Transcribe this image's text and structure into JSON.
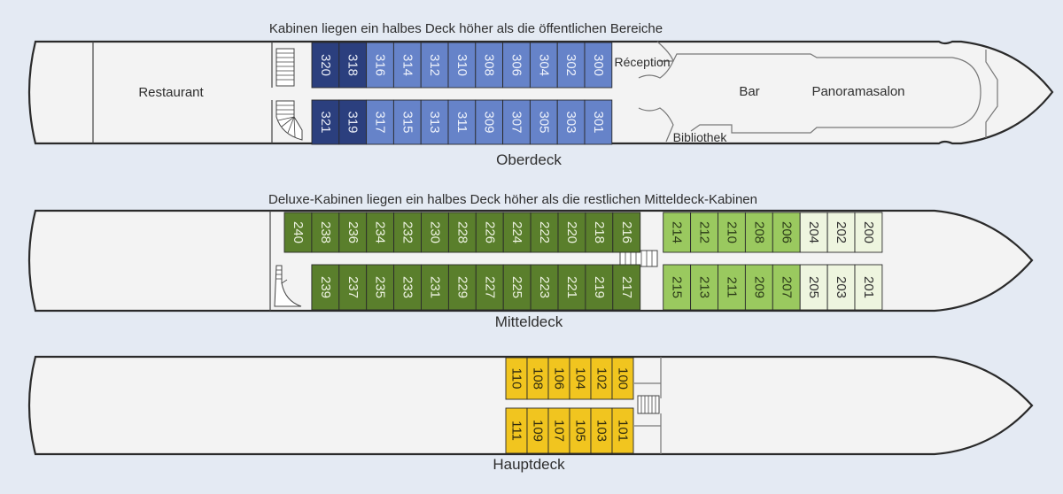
{
  "decks": [
    {
      "id": "oberdeck",
      "name": "Oberdeck",
      "note": "Kabinen liegen ein halbes Deck höher als die öffentlichen Bereiche",
      "areas": [
        "Restaurant",
        "Réception",
        "Bar",
        "Panoramasalon",
        "Bibliothek"
      ],
      "cabin_groups": [
        {
          "category": "dark-blue",
          "color": "#2b3f7e",
          "text_color": "#e8ecf6",
          "top": [
            "320",
            "318"
          ],
          "bottom": [
            "321",
            "319"
          ]
        },
        {
          "category": "blue",
          "color": "#6683c9",
          "text_color": "#eef2fb",
          "top": [
            "316",
            "314",
            "312",
            "310",
            "308",
            "306",
            "304",
            "302",
            "300"
          ],
          "bottom": [
            "317",
            "315",
            "313",
            "311",
            "309",
            "307",
            "305",
            "303",
            "301"
          ]
        }
      ]
    },
    {
      "id": "mitteldeck",
      "name": "Mitteldeck",
      "note": "Deluxe-Kabinen liegen ein halbes Deck höher als die restlichen Mitteldeck-Kabinen",
      "areas": [],
      "cabin_groups": [
        {
          "category": "dark-green",
          "color": "#5a7f2c",
          "text_color": "#eef3e2",
          "top": [
            "240",
            "238",
            "236",
            "234",
            "232",
            "230",
            "228",
            "226",
            "224",
            "222",
            "220",
            "218",
            "216"
          ],
          "bottom": [
            "239",
            "237",
            "235",
            "233",
            "231",
            "229",
            "227",
            "225",
            "223",
            "221",
            "219",
            "217"
          ]
        },
        {
          "category": "light-green",
          "color": "#9ac95f",
          "text_color": "#2b3a18",
          "top": [
            "214",
            "212",
            "210",
            "208",
            "206"
          ],
          "bottom": [
            "215",
            "213",
            "211",
            "209",
            "207"
          ]
        },
        {
          "category": "pale-green",
          "color": "#eef5df",
          "text_color": "#2e2e2e",
          "top": [
            "204",
            "202",
            "200"
          ],
          "bottom": [
            "205",
            "203",
            "201"
          ]
        }
      ]
    },
    {
      "id": "hauptdeck",
      "name": "Hauptdeck",
      "note": "",
      "areas": [],
      "cabin_groups": [
        {
          "category": "yellow",
          "color": "#f1c51f",
          "text_color": "#2e2a10",
          "top": [
            "110",
            "108",
            "106",
            "104",
            "102",
            "100"
          ],
          "bottom": [
            "111",
            "109",
            "107",
            "105",
            "103",
            "101"
          ]
        }
      ]
    }
  ],
  "colors": {
    "background": "#e4eaf3",
    "hull_fill": "#f3f3f3",
    "outline": "#2a2a2a",
    "interior_line": "#777777"
  }
}
